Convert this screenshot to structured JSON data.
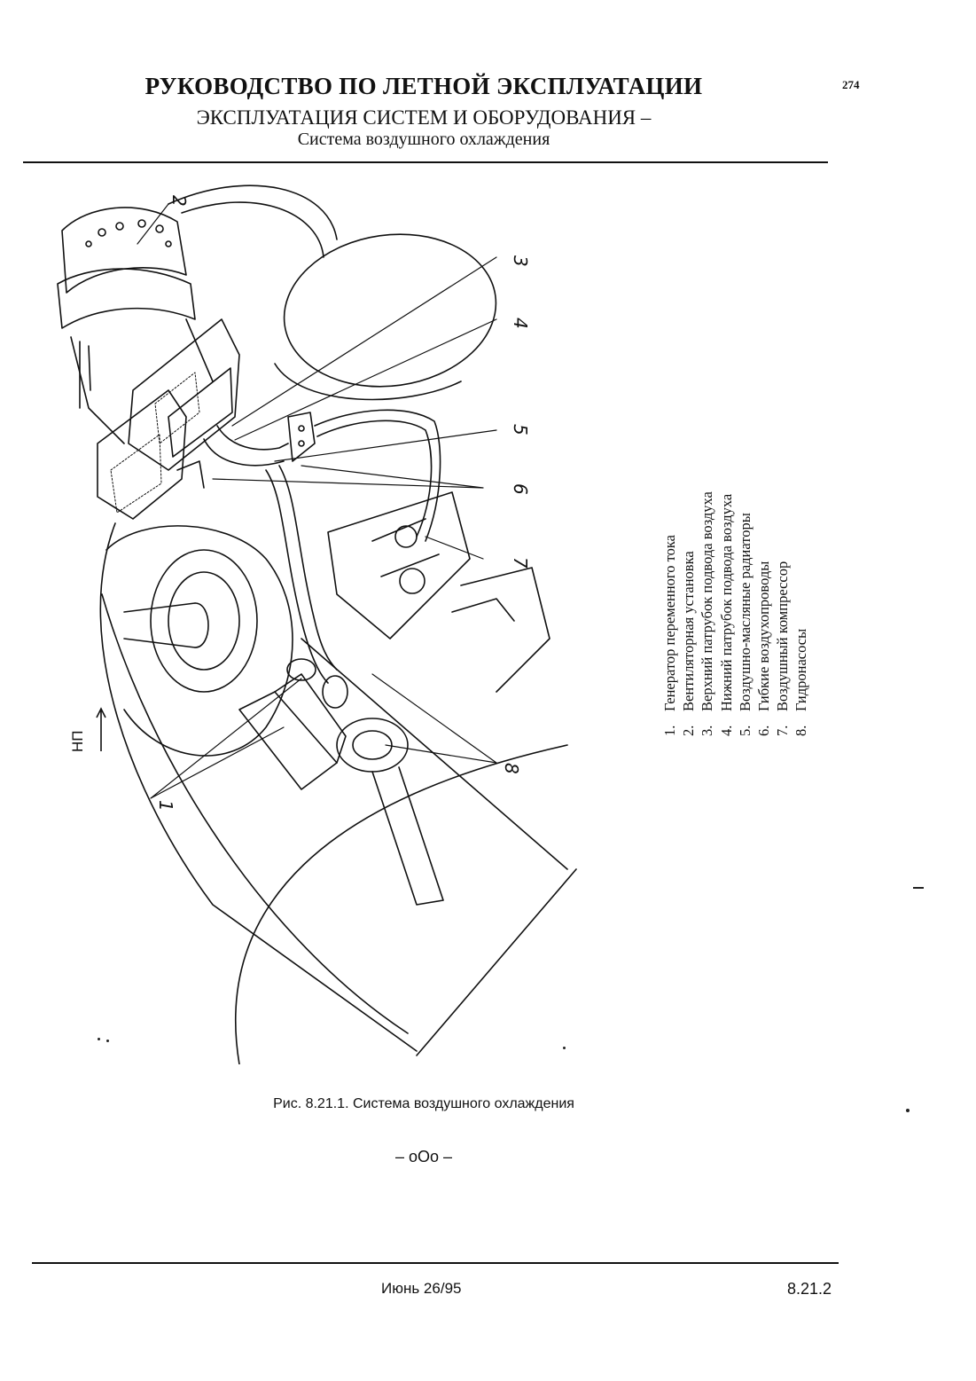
{
  "header": {
    "title": "РУКОВОДСТВО ПО ЛЕТНОЙ ЭКСПЛУАТАЦИИ",
    "subtitle": "ЭКСПЛУАТАЦИЯ СИСТЕМ И ОБОРУДОВАНИЯ –",
    "section_title": "Система воздушного охлаждения",
    "page_number": "274"
  },
  "figure": {
    "direction_mark": "НП",
    "callouts": [
      "1",
      "2",
      "3",
      "4",
      "5",
      "6",
      "7",
      "8"
    ],
    "legend": [
      {
        "num": "1.",
        "label": "Генератор переменного тока"
      },
      {
        "num": "2.",
        "label": "Вентиляторная установка"
      },
      {
        "num": "3.",
        "label": "Верхний патрубок подвода воздуха"
      },
      {
        "num": "4.",
        "label": "Нижний патрубок подвода воздуха"
      },
      {
        "num": "5.",
        "label": "Воздушно-масляные радиаторы"
      },
      {
        "num": "6.",
        "label": "Гибкие воздухопроводы"
      },
      {
        "num": "7.",
        "label": "Воздушный компрессор"
      },
      {
        "num": "8.",
        "label": "Гидронасосы"
      }
    ],
    "caption": "Рис. 8.21.1.  Система воздушного охлаждения"
  },
  "end_mark": "– оОо –",
  "footer": {
    "date": "Июнь 26/95",
    "section": "8.21.2"
  }
}
